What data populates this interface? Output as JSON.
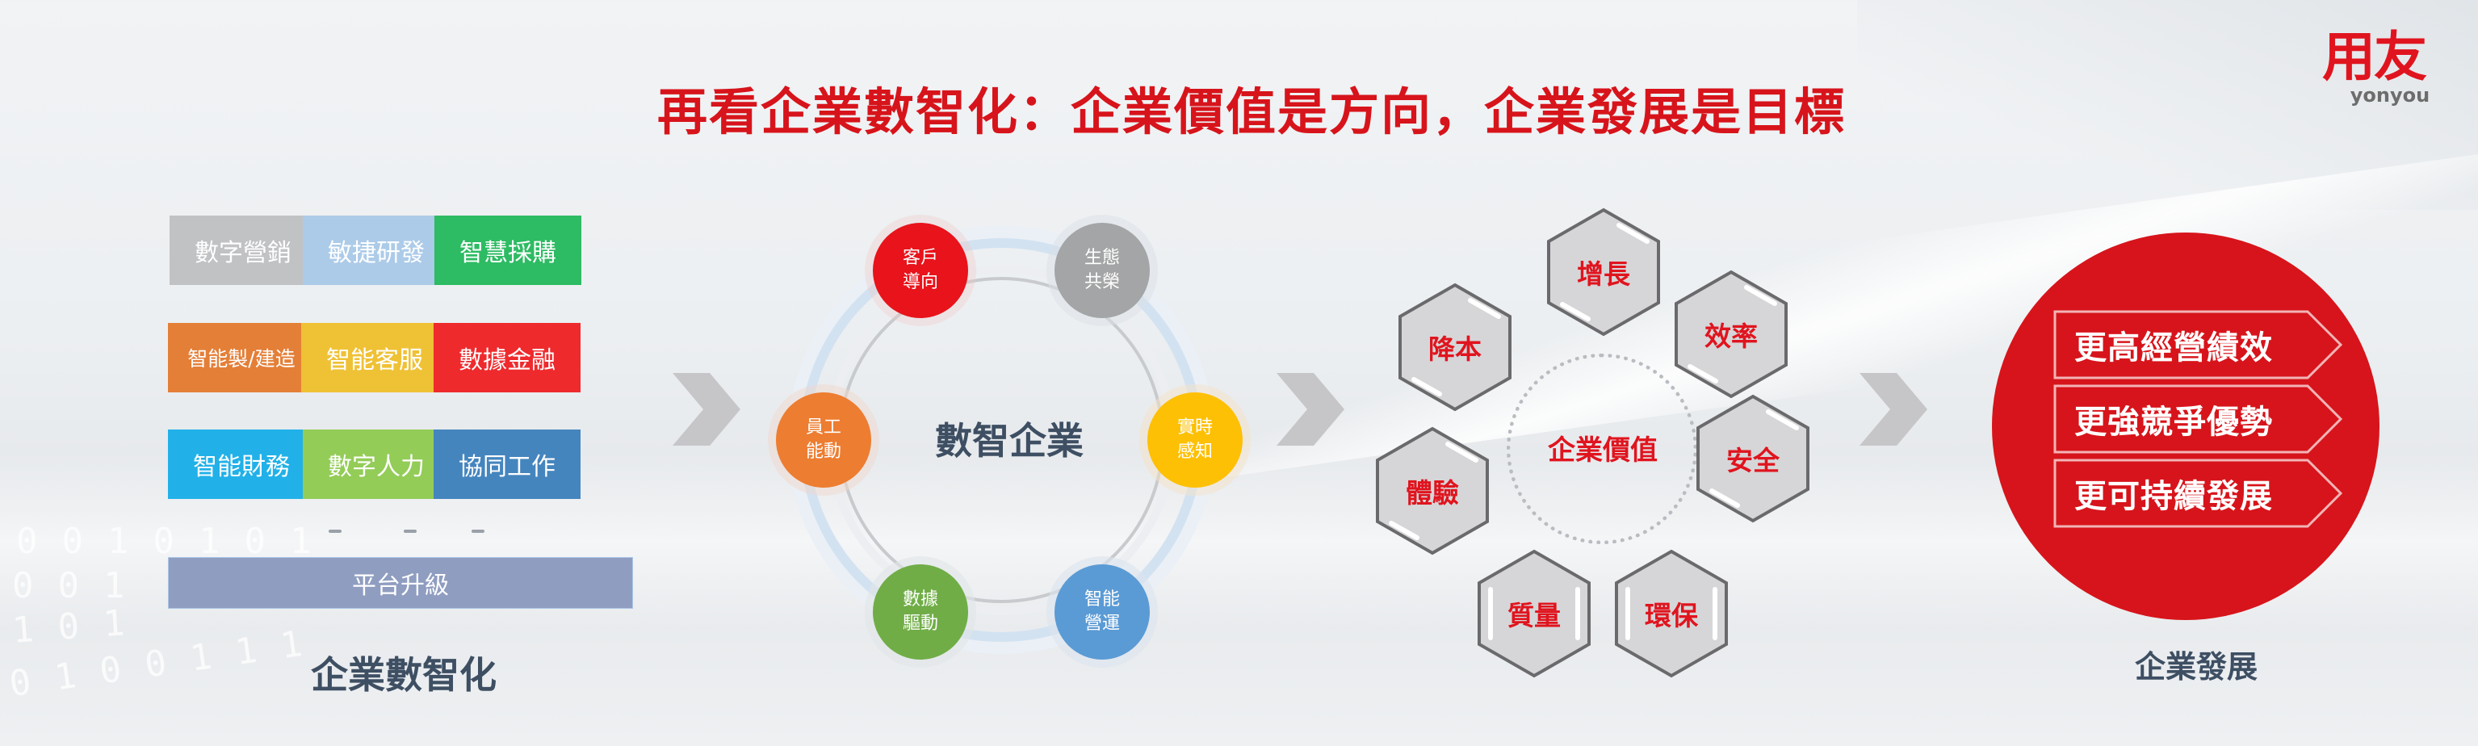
{
  "title": "再看企業數智化：企業價值是方向，企業發展是目標",
  "logo": {
    "cn": "用友",
    "en": "yonyou"
  },
  "colors": {
    "brand_red": "#d7141b",
    "label_dark": "#3e4f63",
    "chevron_gray": "#c6c6c8"
  },
  "digitalization": {
    "tiles": [
      {
        "label": "數字營銷",
        "color": "#c1c2c4"
      },
      {
        "label": "敏捷研發",
        "color": "#accbe8"
      },
      {
        "label": "智慧採購",
        "color": "#2dbb63"
      },
      {
        "label": "智能製/建造",
        "color": "#e47f38"
      },
      {
        "label": "智能客服",
        "color": "#efc135"
      },
      {
        "label": "數據金融",
        "color": "#ee2a2d"
      },
      {
        "label": "智能財務",
        "color": "#21b1e8"
      },
      {
        "label": "數字人力",
        "color": "#93cc57"
      },
      {
        "label": "協同工作",
        "color": "#4585be"
      }
    ],
    "ellipsis": "...",
    "platform": "平台升級",
    "label": "企業數智化"
  },
  "digital_enterprise": {
    "center": "數智企業",
    "nodes": [
      {
        "line1": "客戶",
        "line2": "導向",
        "color": "#e8131b"
      },
      {
        "line1": "生態",
        "line2": "共榮",
        "color": "#a4a5a6"
      },
      {
        "line1": "實時",
        "line2": "感知",
        "color": "#fec004"
      },
      {
        "line1": "智能",
        "line2": "營運",
        "color": "#5b9bd5"
      },
      {
        "line1": "數據",
        "line2": "驅動",
        "color": "#70ad47"
      },
      {
        "line1": "員工",
        "line2": "能動",
        "color": "#ed7d31"
      }
    ]
  },
  "enterprise_value": {
    "center": "企業價值",
    "hexagons": [
      "增長",
      "效率",
      "安全",
      "環保",
      "質量",
      "體驗",
      "降本"
    ]
  },
  "enterprise_development": {
    "items": [
      "更高經營績效",
      "更強競爭優勢",
      "更可持續發展"
    ],
    "label": "企業發展"
  }
}
